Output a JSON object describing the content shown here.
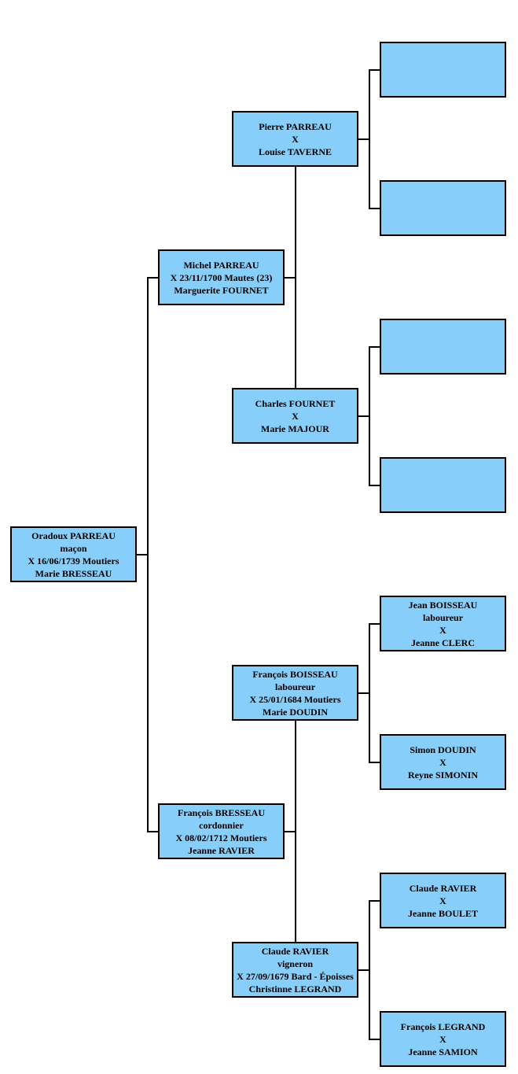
{
  "root": {
    "id": "oradoux",
    "lines": [
      "Oradoux PARREAU",
      "maçon",
      "X  16/06/1739  Moutiers",
      "Marie BRESSEAU"
    ],
    "children": [
      {
        "id": "michel",
        "lines": [
          "Michel PARREAU",
          "X  23/11/1700  Mautes (23)",
          "Marguerite FOURNET"
        ],
        "children": [
          {
            "id": "pierre",
            "lines": [
              "Pierre PARREAU",
              "X",
              "Louise TAVERNE"
            ],
            "children": [
              {
                "id": "pierre-father",
                "lines": []
              },
              {
                "id": "pierre-mother",
                "lines": []
              }
            ]
          },
          {
            "id": "charles",
            "lines": [
              "Charles FOURNET",
              "X",
              "Marie MAJOUR"
            ],
            "children": [
              {
                "id": "charles-father",
                "lines": []
              },
              {
                "id": "charles-mother",
                "lines": []
              }
            ]
          }
        ]
      },
      {
        "id": "francois-bresseau",
        "lines": [
          "François BRESSEAU",
          "cordonnier",
          "X  08/02/1712  Moutiers",
          "Jeanne RAVIER"
        ],
        "children": [
          {
            "id": "francois-boisseau",
            "lines": [
              "François BOISSEAU",
              "laboureur",
              "X  25/01/1684  Moutiers",
              "Marie DOUDIN"
            ],
            "children": [
              {
                "id": "jean-boisseau",
                "lines": [
                  "Jean BOISSEAU",
                  "laboureur",
                  "X",
                  "Jeanne CLERC"
                ]
              },
              {
                "id": "simon-doudin",
                "lines": [
                  "Simon DOUDIN",
                  "X",
                  "Reyne SIMONIN"
                ]
              }
            ]
          },
          {
            "id": "claude-ravier-1679",
            "lines": [
              "Claude RAVIER",
              "vigneron",
              "X  27/09/1679  Bard - Époisses",
              "Christinne LEGRAND"
            ],
            "children": [
              {
                "id": "claude-ravier",
                "lines": [
                  "Claude RAVIER",
                  "X",
                  "Jeanne BOULET"
                ]
              },
              {
                "id": "francois-legrand",
                "lines": [
                  "François LEGRAND",
                  "X",
                  "Jeanne SAMION"
                ]
              }
            ]
          }
        ]
      }
    ]
  },
  "colors": {
    "box_fill": "#87cefa",
    "box_border": "#000000",
    "connector": "#000000",
    "background": "#ffffff"
  }
}
